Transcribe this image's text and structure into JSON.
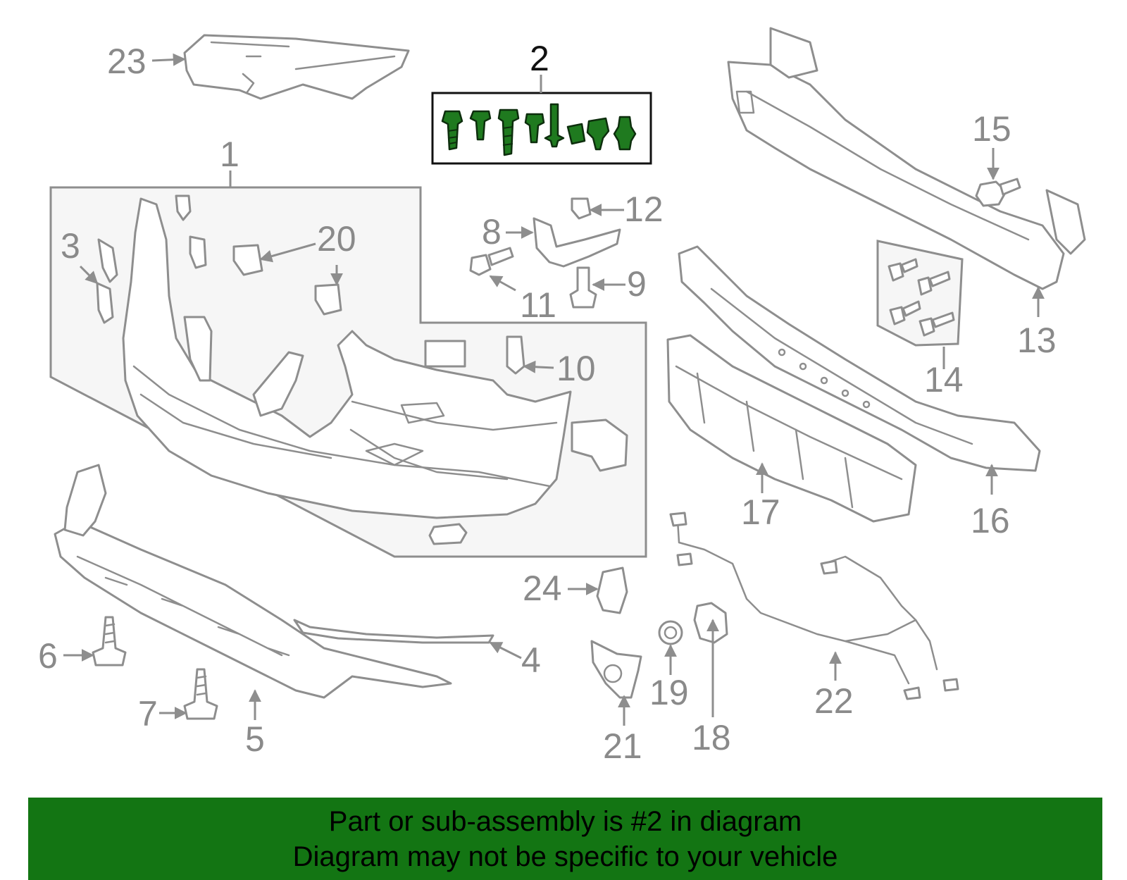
{
  "callouts": {
    "n1": "1",
    "n2": "2",
    "n3": "3",
    "n4": "4",
    "n5": "5",
    "n6": "6",
    "n7": "7",
    "n8": "8",
    "n9": "9",
    "n10": "10",
    "n11": "11",
    "n12": "12",
    "n13": "13",
    "n14": "14",
    "n15": "15",
    "n16": "16",
    "n17": "17",
    "n18": "18",
    "n19": "19",
    "n20": "20",
    "n21": "21",
    "n22": "22",
    "n23": "23",
    "n24": "24"
  },
  "footer": {
    "line1": "Part or sub-assembly is #2 in diagram",
    "line2": "Diagram may not be specific to your vehicle"
  },
  "colors": {
    "highlight": "#1f7a1f",
    "banner": "#137513",
    "linework": "#8e8e8e"
  }
}
